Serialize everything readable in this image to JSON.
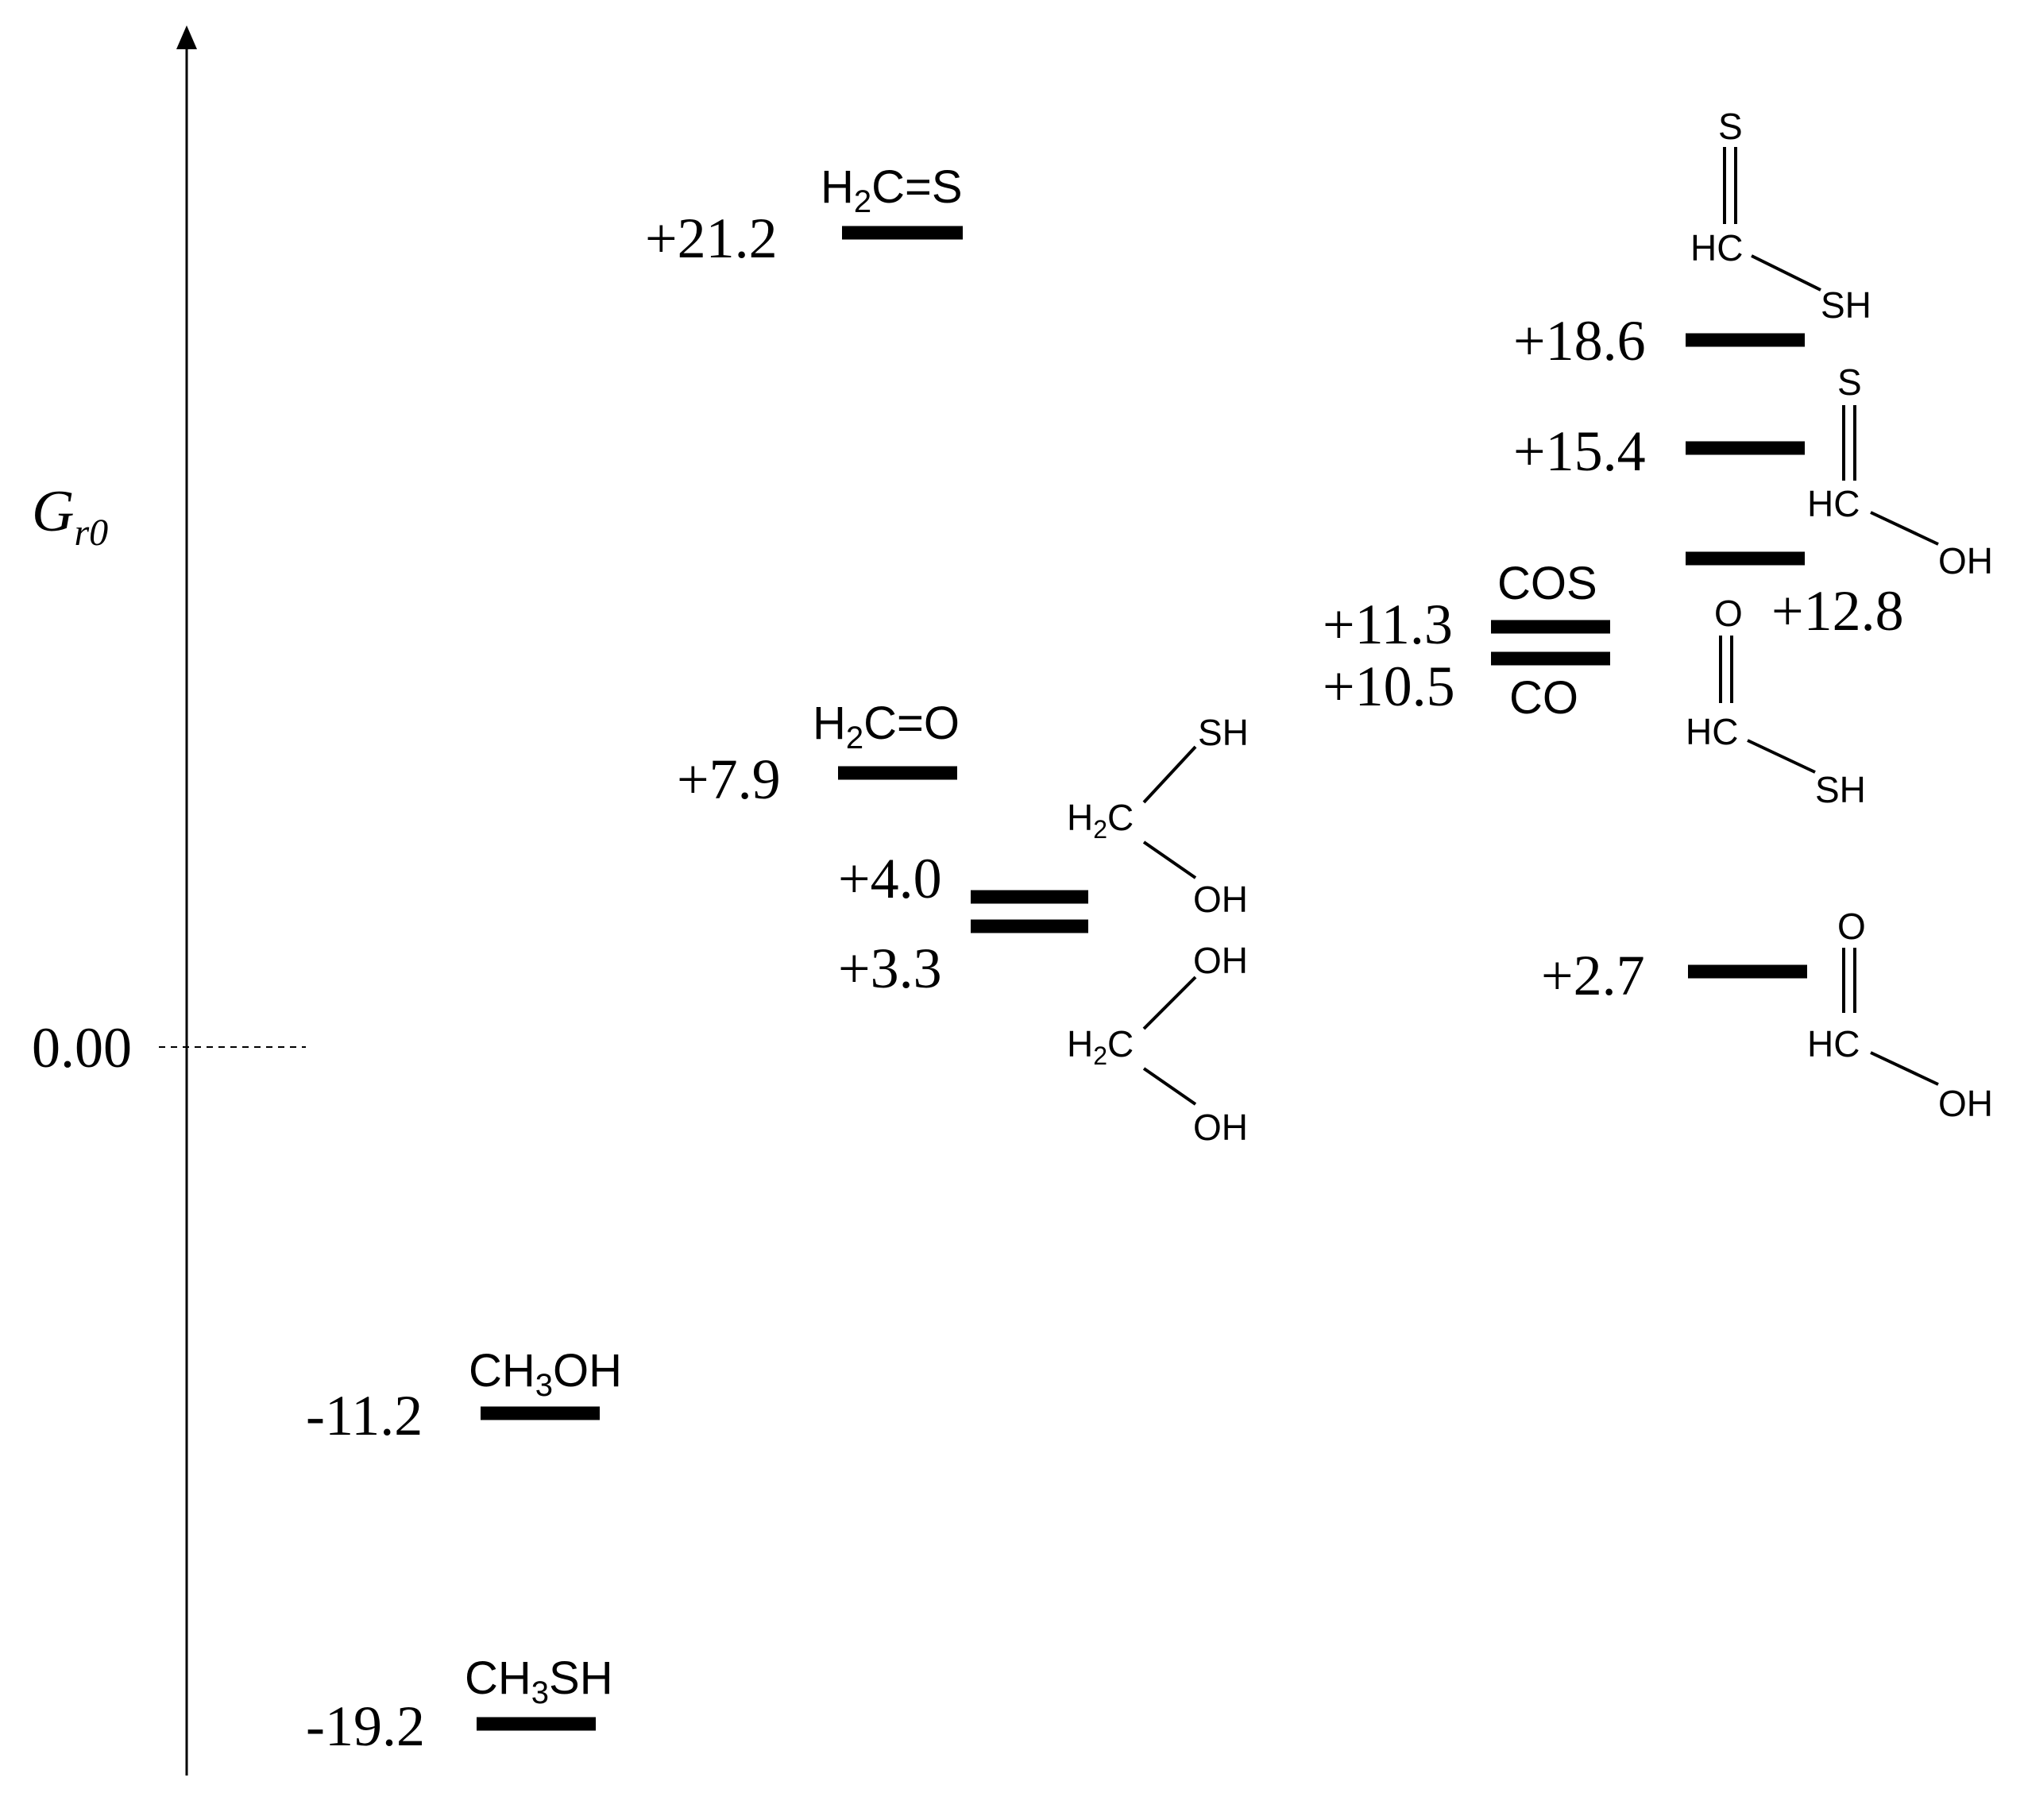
{
  "chart_data": {
    "type": "energy-level diagram",
    "ylabel": "G",
    "ylabel_subscript": "r0",
    "reference": "0.00",
    "levels": [
      {
        "id": "ch3sh",
        "value": "-19.2",
        "y": -19.2,
        "species": "CH3SH",
        "formula": {
          "pre": "CH",
          "sub": "3",
          "post": "SH"
        }
      },
      {
        "id": "ch3oh",
        "value": "-11.2",
        "y": -11.2,
        "species": "CH3OH",
        "formula": {
          "pre": "CH",
          "sub": "3",
          "post": "OH"
        }
      },
      {
        "id": "h2cs",
        "value": "+21.2",
        "y": 21.2,
        "species": "H2C=S",
        "formula": {
          "pre": "H",
          "sub": "2",
          "post": "C=S"
        }
      },
      {
        "id": "h2co",
        "value": "+7.9",
        "y": 7.9,
        "species": "H2C=O",
        "formula": {
          "pre": "H",
          "sub": "2",
          "post": "C=O"
        }
      },
      {
        "id": "h2c-sh-oh",
        "value": "+4.0",
        "y": 4.0,
        "species": "H2C(SH)(OH)"
      },
      {
        "id": "h2c-oh-oh",
        "value": "+3.3",
        "y": 3.3,
        "species": "H2C(OH)(OH)"
      },
      {
        "id": "cos",
        "value": "+11.3",
        "y": 11.3,
        "species": "COS"
      },
      {
        "id": "co",
        "value": "+10.5",
        "y": 10.5,
        "species": "CO"
      },
      {
        "id": "hcs-sh",
        "value": "+18.6",
        "y": 18.6,
        "species": "HC(=S)SH"
      },
      {
        "id": "hcs-oh",
        "value": "+15.4",
        "y": 15.4,
        "species": "HC(=S)OH"
      },
      {
        "id": "hco-sh",
        "value": "+12.8",
        "y": 12.8,
        "species": "HC(=O)SH"
      },
      {
        "id": "hco-oh",
        "value": "+2.7",
        "y": 2.7,
        "species": "HC(=O)OH"
      }
    ],
    "structure_atoms": {
      "s": "S",
      "o": "O",
      "hc": "HC",
      "sh": "SH",
      "oh": "OH",
      "h": "H",
      "two": "2",
      "c": "C"
    }
  }
}
